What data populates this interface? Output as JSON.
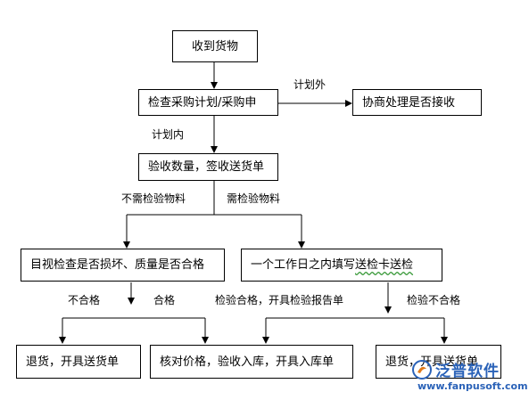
{
  "nodes": {
    "receive": "收到货物",
    "check_plan": "检查采购计划/采购申",
    "negotiate": "协商处理是否接收",
    "verify_qty": "验收数量，签收送货单",
    "visual_check": "目视检查是否损坏、质量是否合格",
    "inspection_prefix": "一个工作日之内填写",
    "inspection_underlined": "送检卡送检",
    "return_a": "退货，开具送货单",
    "verify_price": "核对价格，验收入库，开具入库单",
    "return_b": "退货，开具送货单"
  },
  "edge_labels": {
    "outside_plan": "计划外",
    "inside_plan": "计划内",
    "no_inspection": "不需检验物料",
    "needs_inspection": "需检验物料",
    "fail": "不合格",
    "pass": "合格",
    "inspection_pass": "检验合格，开具检验报告单",
    "inspection_fail": "检验不合格"
  },
  "watermark": {
    "brand": "泛普软件",
    "url": "www.fanpusoft.com",
    "color": "#2a62b8"
  }
}
